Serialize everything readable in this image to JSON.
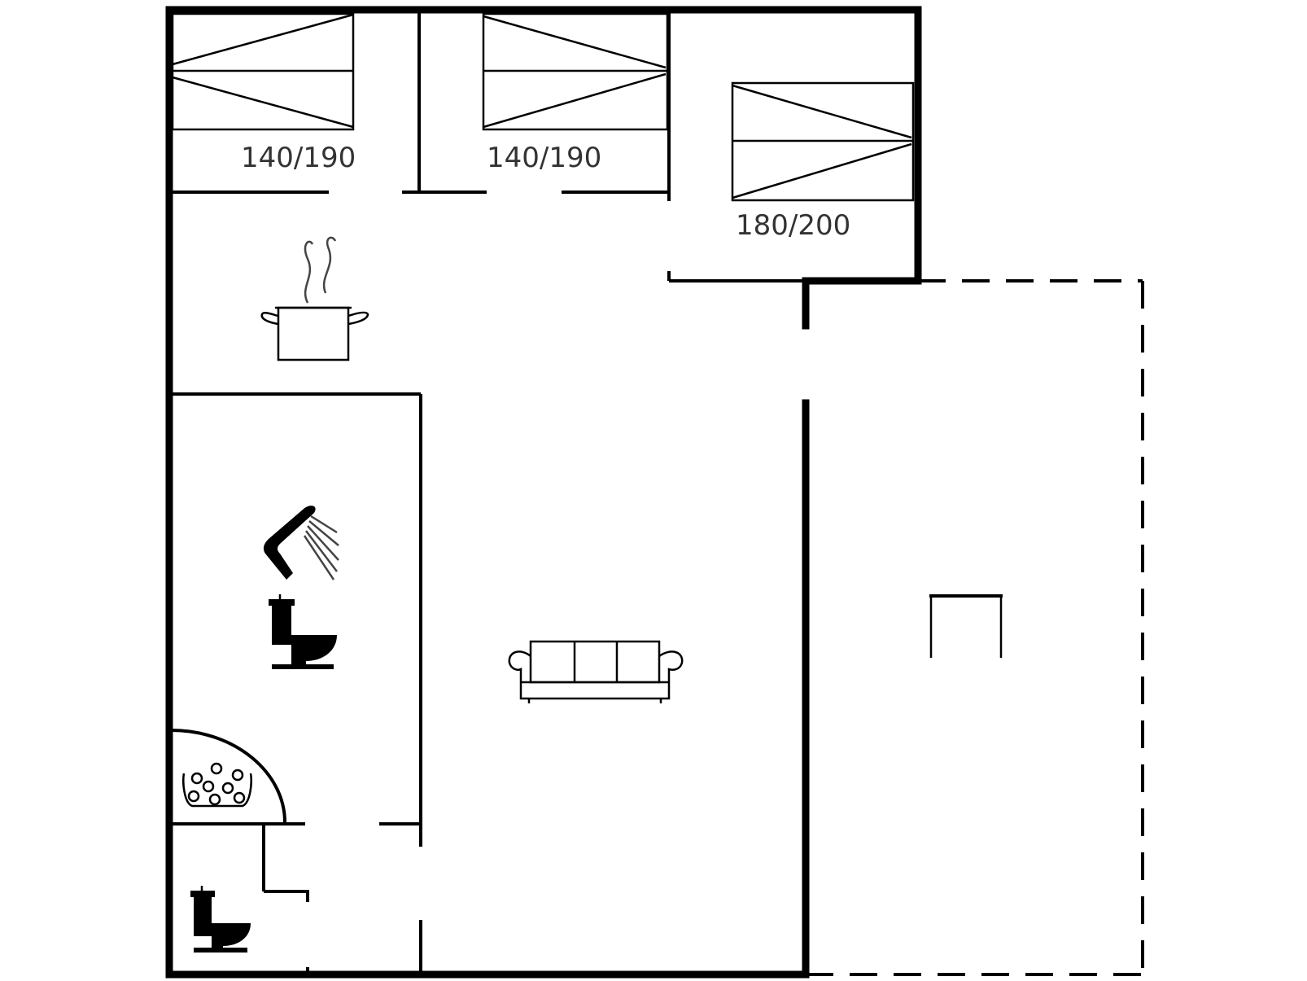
{
  "floorplan": {
    "beds": [
      {
        "label": "140/190"
      },
      {
        "label": "140/190"
      },
      {
        "label": "180/200"
      }
    ],
    "icons": [
      "cooking-pot-icon",
      "shower-icon",
      "toilet-icon",
      "sofa-icon",
      "hot-tub-icon",
      "toilet-icon",
      "table-icon"
    ],
    "colors": {
      "wall": "#000000",
      "label": "#333333",
      "background": "#ffffff"
    }
  }
}
